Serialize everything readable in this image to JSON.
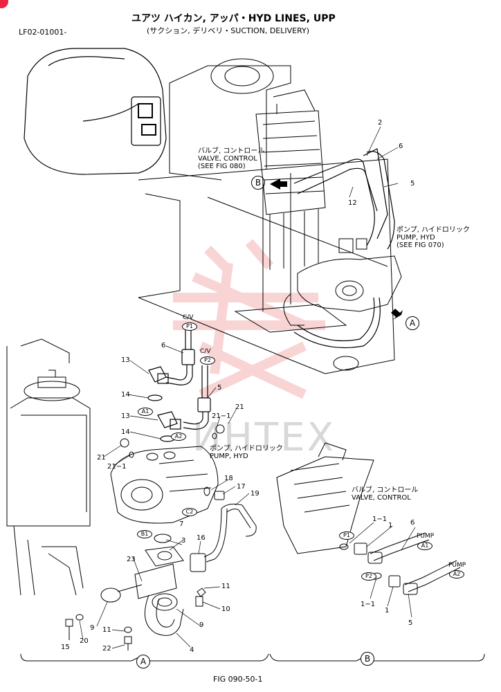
{
  "header": {
    "title": "ユアツ ハイカン, アッパ・HYD LINES, UPP",
    "subtitle": "(サクション, デリベリ・SUCTION, DELIVERY)",
    "code": "LF02-01001-"
  },
  "footer": {
    "fig": "FIG 090-50-1",
    "section_a": "A",
    "section_b": "B"
  },
  "watermark": "ИНТЕХ",
  "labels": {
    "valve_control_top": [
      "バルブ, コントロール",
      "VALVE, CONTROL",
      "(SEE FIG 080)"
    ],
    "pump_hyd_top": [
      "ポンプ, ハイドロリック",
      "PUMP, HYD",
      "(SEE FIG 070)"
    ],
    "pump_hyd_mid": [
      "ポンプ, ハイドロリック",
      "PUMP, HYD"
    ],
    "valve_control_right": [
      "バルブ, コントロール",
      "VALVE, CONTROL"
    ],
    "cv": "C/V",
    "pump": "PUMP"
  },
  "circles": {
    "A": "A",
    "B": "B"
  },
  "ports": {
    "P1": "P1",
    "P2": "P2",
    "A1": "A1",
    "A2": "A2",
    "B1": "B1",
    "C2": "C2"
  },
  "callouts": {
    "n2": "2",
    "n6a": "6",
    "n5a": "5",
    "n12": "12",
    "n6b": "6",
    "n5b": "5",
    "n13a": "13",
    "n14a": "14",
    "n13b": "13",
    "n14b": "14",
    "n21a": "21",
    "n21_1a": "21−1",
    "n21b": "21",
    "n21_1b": "21−1",
    "n18": "18",
    "n17": "17",
    "n19": "19",
    "n16": "16",
    "n7": "7",
    "n3": "3",
    "n23": "23",
    "n11a": "11",
    "n10": "10",
    "n9a": "9",
    "n9b": "9",
    "n20": "20",
    "n15": "15",
    "n11b": "11",
    "n22": "22",
    "n4": "4",
    "n1_1a": "1−1",
    "n1a": "1",
    "n6c": "6",
    "n1_1b": "1−1",
    "n1b": "1",
    "n5c": "5"
  }
}
